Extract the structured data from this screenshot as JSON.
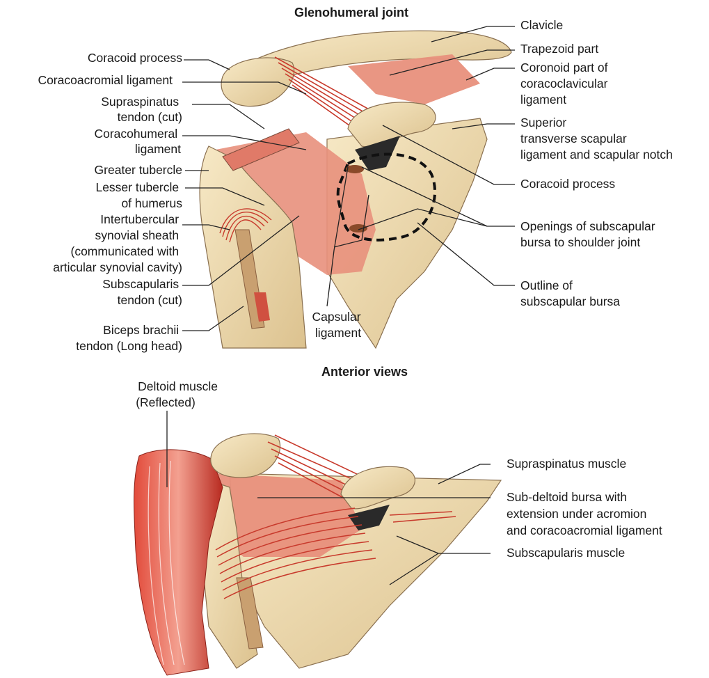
{
  "titles": {
    "top": "Glenohumeral joint",
    "bottom": "Anterior views"
  },
  "labels_top": {
    "coracoid_process_left": "Coracoid process",
    "coracoacromial_ligament": "Coracoacromial ligament",
    "supraspinatus_tendon": [
      "Supraspinatus",
      "tendon (cut)"
    ],
    "coracohumeral_ligament": [
      "Coracohumeral",
      "ligament"
    ],
    "greater_tubercle": "Greater tubercle",
    "lesser_tubercle": [
      "Lesser tubercle",
      "of humerus"
    ],
    "intertubercular_sheath": [
      "Intertubercular",
      "synovial sheath",
      "(communicated with",
      "articular synovial cavity)"
    ],
    "subscapularis_tendon": [
      "Subscapularis",
      "tendon (cut)"
    ],
    "biceps_tendon": [
      "Biceps brachii",
      "tendon (Long head)"
    ],
    "capsular_ligament": [
      "Capsular",
      "ligament"
    ],
    "clavicle": "Clavicle",
    "trapezoid_part": "Trapezoid part",
    "coronoid_part": [
      "Coronoid part of",
      "coracoclavicular",
      "ligament"
    ],
    "superior_transverse": [
      "Superior",
      "transverse scapular",
      "ligament and scapular notch"
    ],
    "coracoid_process_right": "Coracoid process",
    "openings_bursa": [
      "Openings of subscapular",
      "bursa to shoulder joint"
    ],
    "outline_bursa": [
      "Outline of",
      "subscapular bursa"
    ]
  },
  "labels_bottom": {
    "deltoid": [
      "Deltoid muscle",
      "(Reflected)"
    ],
    "supraspinatus_muscle": "Supraspinatus muscle",
    "subdeltoid_bursa": [
      "Sub-deltoid bursa with",
      "extension under acromion",
      "and coracoacromial ligament"
    ],
    "subscapularis_muscle": "Subscapularis muscle"
  },
  "colors": {
    "bone": "#f0dcb0",
    "bone_shade": "#d9bf8c",
    "bone_outline": "#8a7050",
    "ligament": "#e8907c",
    "muscle": "#c83a2c",
    "tendon_sheath": "#b88a5c",
    "bursa_outline": "#111111"
  }
}
